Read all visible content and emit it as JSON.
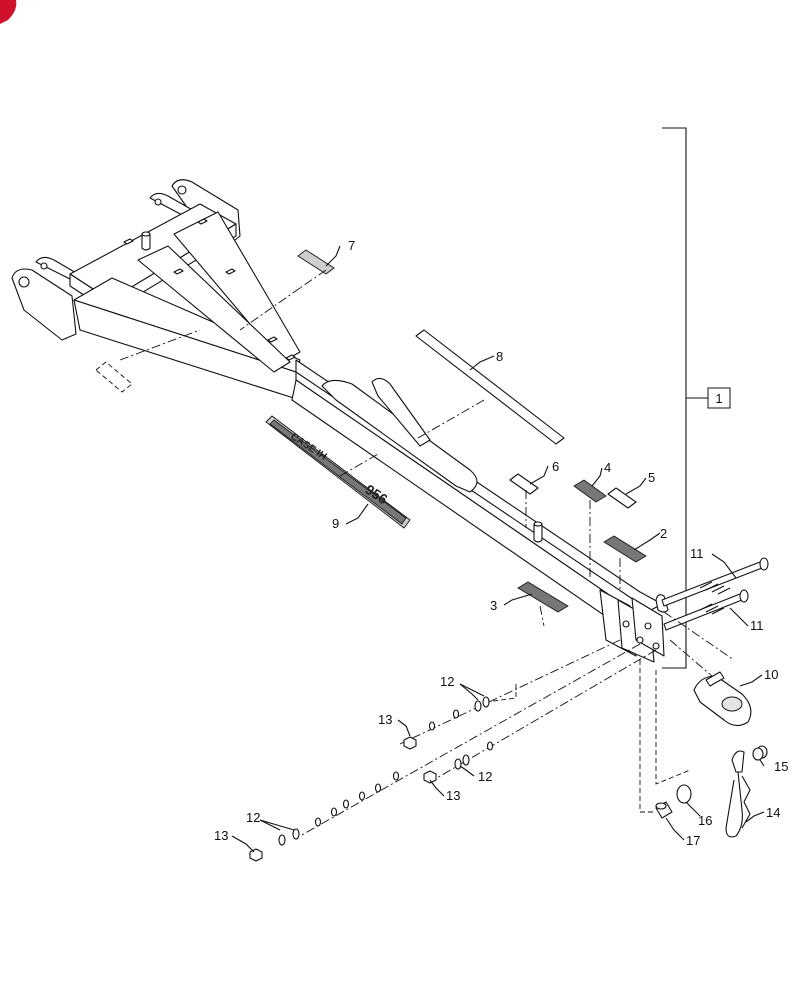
{
  "brand": {
    "accent": "#d0112b"
  },
  "decal_text": {
    "brand": "CASE IH",
    "model": "956"
  },
  "assembly": {
    "label": "1"
  },
  "callouts": [
    {
      "id": "c2",
      "text": "2"
    },
    {
      "id": "c3",
      "text": "3"
    },
    {
      "id": "c4",
      "text": "4"
    },
    {
      "id": "c5",
      "text": "5"
    },
    {
      "id": "c6",
      "text": "6"
    },
    {
      "id": "c7",
      "text": "7"
    },
    {
      "id": "c8",
      "text": "8"
    },
    {
      "id": "c9",
      "text": "9"
    },
    {
      "id": "c10",
      "text": "10"
    },
    {
      "id": "c11a",
      "text": "11"
    },
    {
      "id": "c11b",
      "text": "11"
    },
    {
      "id": "c12a",
      "text": "12"
    },
    {
      "id": "c12b",
      "text": "12"
    },
    {
      "id": "c12c",
      "text": "12"
    },
    {
      "id": "c13a",
      "text": "13"
    },
    {
      "id": "c13b",
      "text": "13"
    },
    {
      "id": "c13c",
      "text": "13"
    },
    {
      "id": "c14",
      "text": "14"
    },
    {
      "id": "c15",
      "text": "15"
    },
    {
      "id": "c16",
      "text": "16"
    },
    {
      "id": "c17",
      "text": "17"
    }
  ]
}
